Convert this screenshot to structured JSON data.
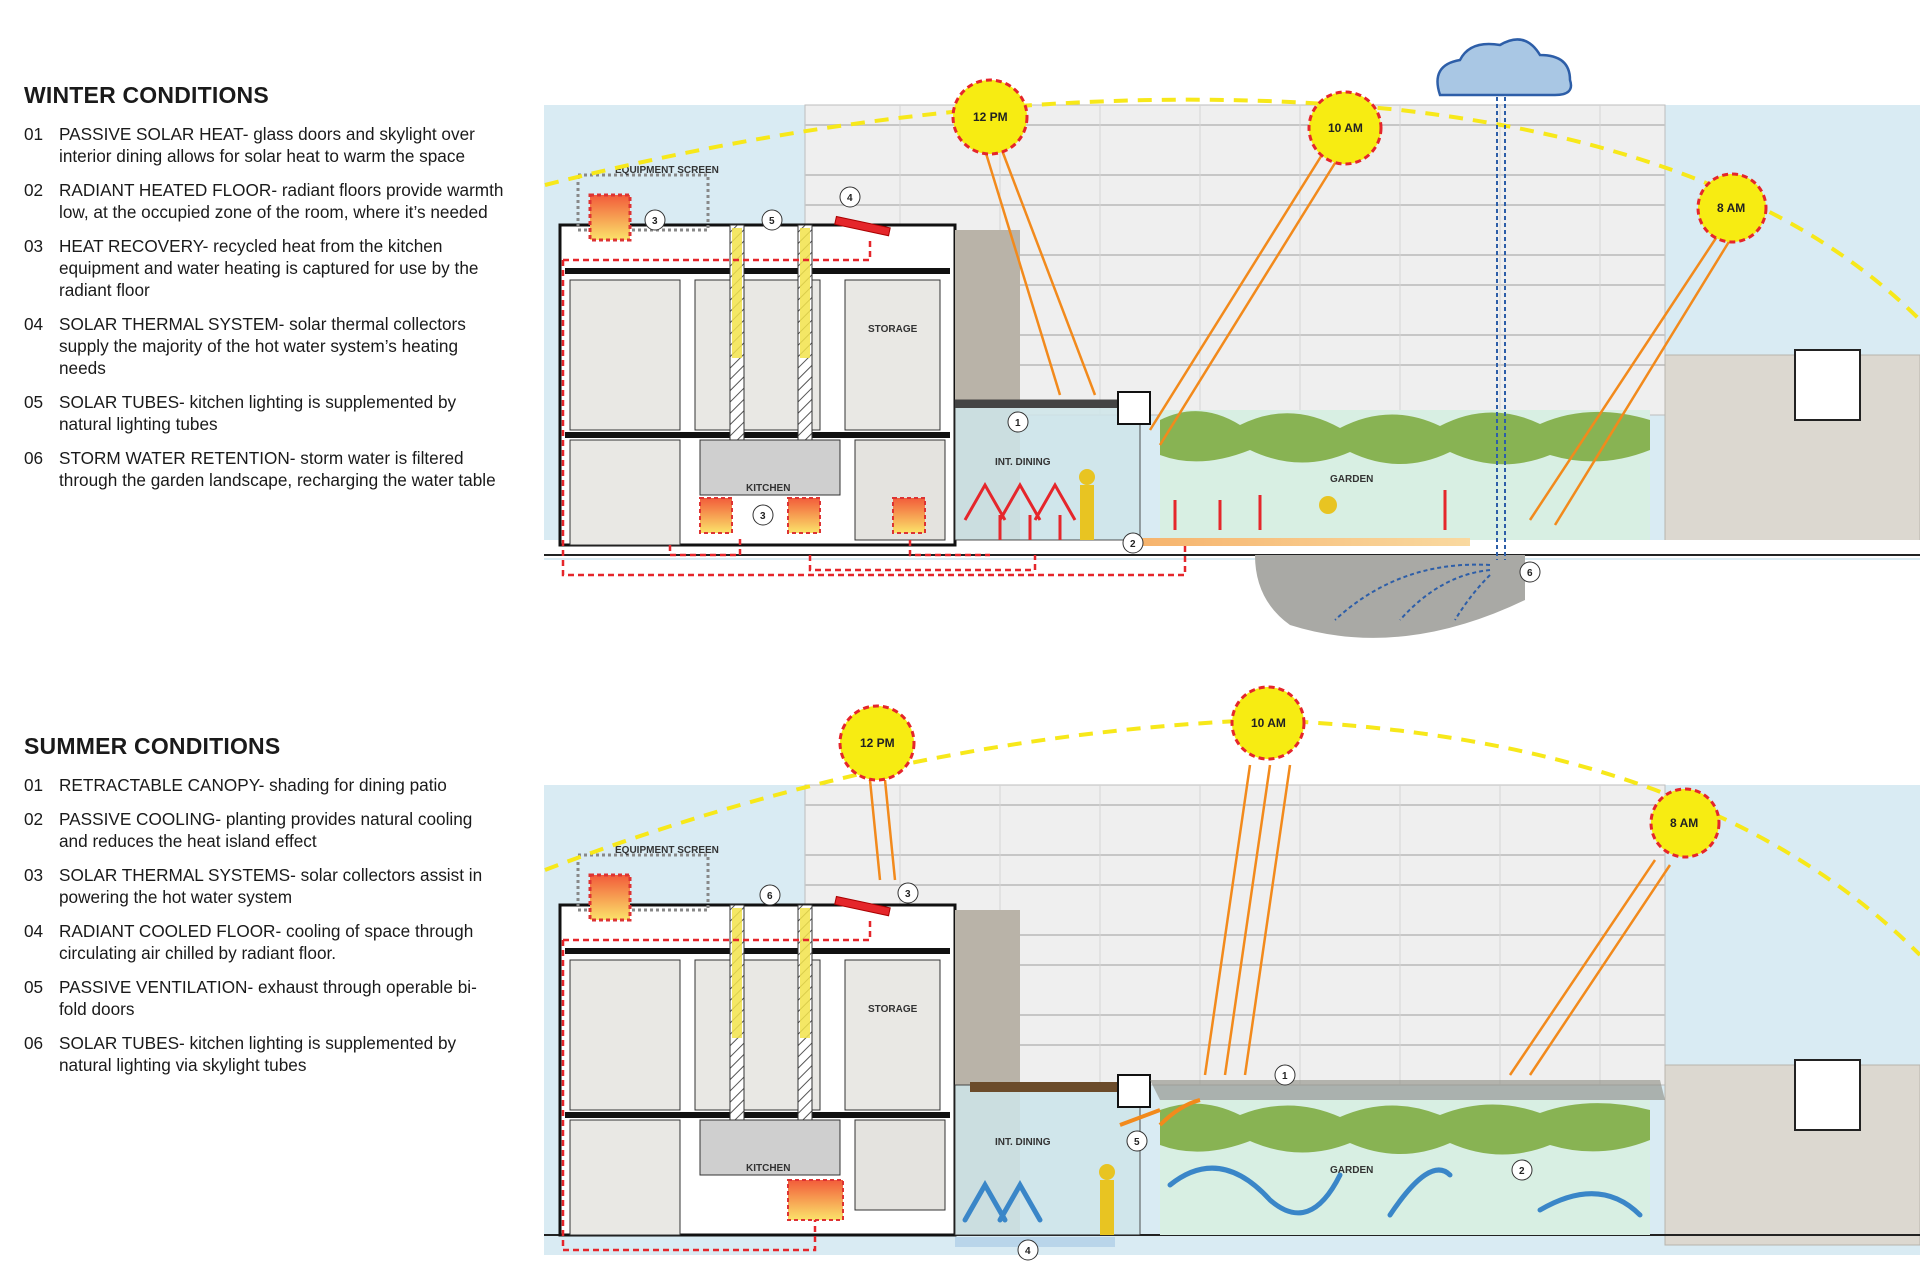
{
  "winter": {
    "title": "WINTER CONDITIONS",
    "items": [
      {
        "num": "01",
        "head": "PASSIVE SOLAR HEAT",
        "text": "- glass doors and skylight over interior dining allows for solar heat to warm the space"
      },
      {
        "num": "02",
        "head": "RADIANT HEATED FLOOR",
        "text": "- radiant floors provide warmth low, at the occupied zone of the room, where it’s needed"
      },
      {
        "num": "03",
        "head": "HEAT RECOVERY",
        "text": "- recycled heat from the kitchen equipment and water heating is captured for use by the radiant floor"
      },
      {
        "num": "04",
        "head": "SOLAR THERMAL SYSTEM",
        "text": "- solar thermal collectors supply the majority of the hot water system’s heating needs"
      },
      {
        "num": "05",
        "head": "SOLAR TUBES",
        "text": "- kitchen lighting is supplemented by natural lighting tubes"
      },
      {
        "num": "06",
        "head": "STORM WATER RETENTION",
        "text": "- storm water is filtered through the garden landscape, recharging the water table"
      }
    ],
    "labels": {
      "equipment": "EQUIPMENT SCREEN",
      "storage": "STORAGE",
      "kitchen": "KITCHEN",
      "dining": "INT. DINING",
      "garden": "GARDEN"
    },
    "suns": [
      "12 PM",
      "10 AM",
      "8 AM"
    ],
    "markers": [
      "1",
      "2",
      "3",
      "3",
      "4",
      "5",
      "6"
    ]
  },
  "summer": {
    "title": "SUMMER CONDITIONS",
    "items": [
      {
        "num": "01",
        "head": "RETRACTABLE CANOPY",
        "text": "- shading for dining patio"
      },
      {
        "num": "02",
        "head": "PASSIVE COOLING",
        "text": "- planting provides natural cooling and reduces the heat island effect"
      },
      {
        "num": "03",
        "head": "SOLAR THERMAL SYSTEMS",
        "text": "- solar collectors assist in powering the hot water system"
      },
      {
        "num": "04",
        "head": "RADIANT COOLED FLOOR",
        "text": "- cooling of space through circulating air chilled by radiant floor."
      },
      {
        "num": "05",
        "head": "PASSIVE VENTILATION",
        "text": "- exhaust through operable bi-fold doors"
      },
      {
        "num": "06",
        "head": "SOLAR TUBES",
        "text": "- kitchen lighting is supplemented by natural lighting via skylight tubes"
      }
    ],
    "labels": {
      "equipment": "EQUIPMENT SCREEN",
      "storage": "STORAGE",
      "kitchen": "KITCHEN",
      "dining": "INT. DINING",
      "garden": "GARDEN"
    },
    "suns": [
      "12 PM",
      "10 AM",
      "8 AM"
    ],
    "markers": [
      "1",
      "2",
      "3",
      "4",
      "5",
      "6"
    ]
  },
  "colors": {
    "sun": "#f7ec12",
    "sunRing": "#e5262b",
    "sky": "#d9ebf3",
    "heat": "#e5262b",
    "cool": "#3a86c8",
    "plant": "#7aa83a"
  }
}
